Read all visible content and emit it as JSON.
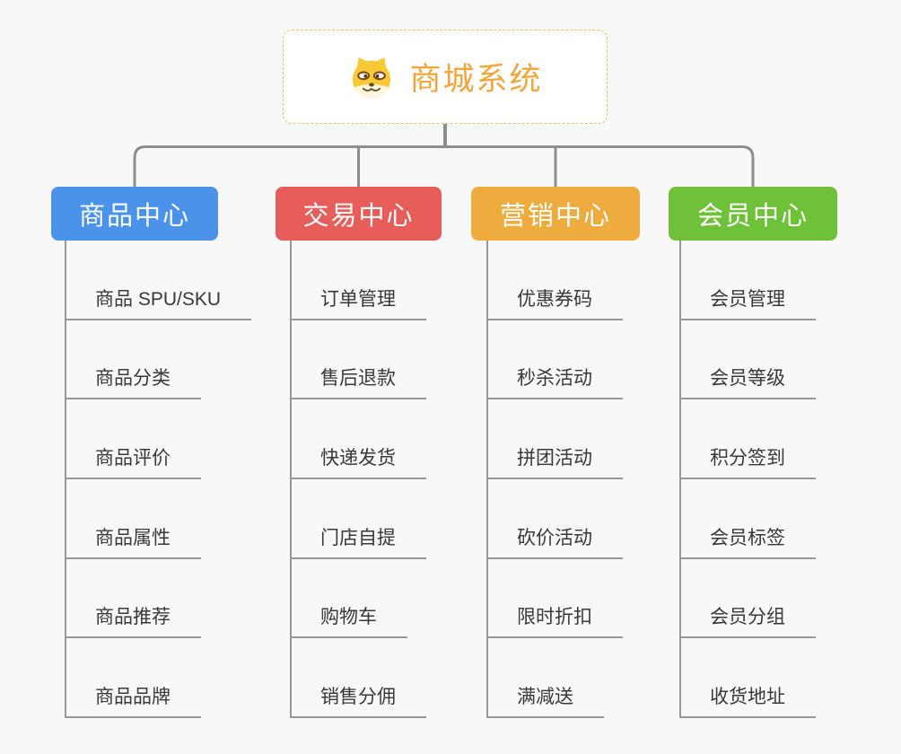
{
  "root": {
    "title": "商城系统",
    "icon": "shiba-dog-icon"
  },
  "branches": [
    {
      "label": "商品中心",
      "color": "#4b92ea",
      "children": [
        "商品 SPU/SKU",
        "商品分类",
        "商品评价",
        "商品属性",
        "商品推荐",
        "商品品牌"
      ]
    },
    {
      "label": "交易中心",
      "color": "#e65d5a",
      "children": [
        "订单管理",
        "售后退款",
        "快递发货",
        "门店自提",
        "购物车",
        "销售分佣"
      ]
    },
    {
      "label": "营销中心",
      "color": "#eeac3e",
      "children": [
        "优惠券码",
        "秒杀活动",
        "拼团活动",
        "砍价活动",
        "限时折扣",
        "满减送"
      ]
    },
    {
      "label": "会员中心",
      "color": "#6ec139",
      "children": [
        "会员管理",
        "会员等级",
        "积分签到",
        "会员标签",
        "会员分组",
        "收货地址"
      ]
    }
  ],
  "colors": {
    "background": "#f8f8f8",
    "connector": "#8d8d8d",
    "underline": "#979797",
    "child_text": "#383838",
    "root_border": "#f0bc66",
    "root_title": "#f0a63c",
    "icon_face": "#f8c837",
    "icon_muzzle": "#fdf6df"
  }
}
